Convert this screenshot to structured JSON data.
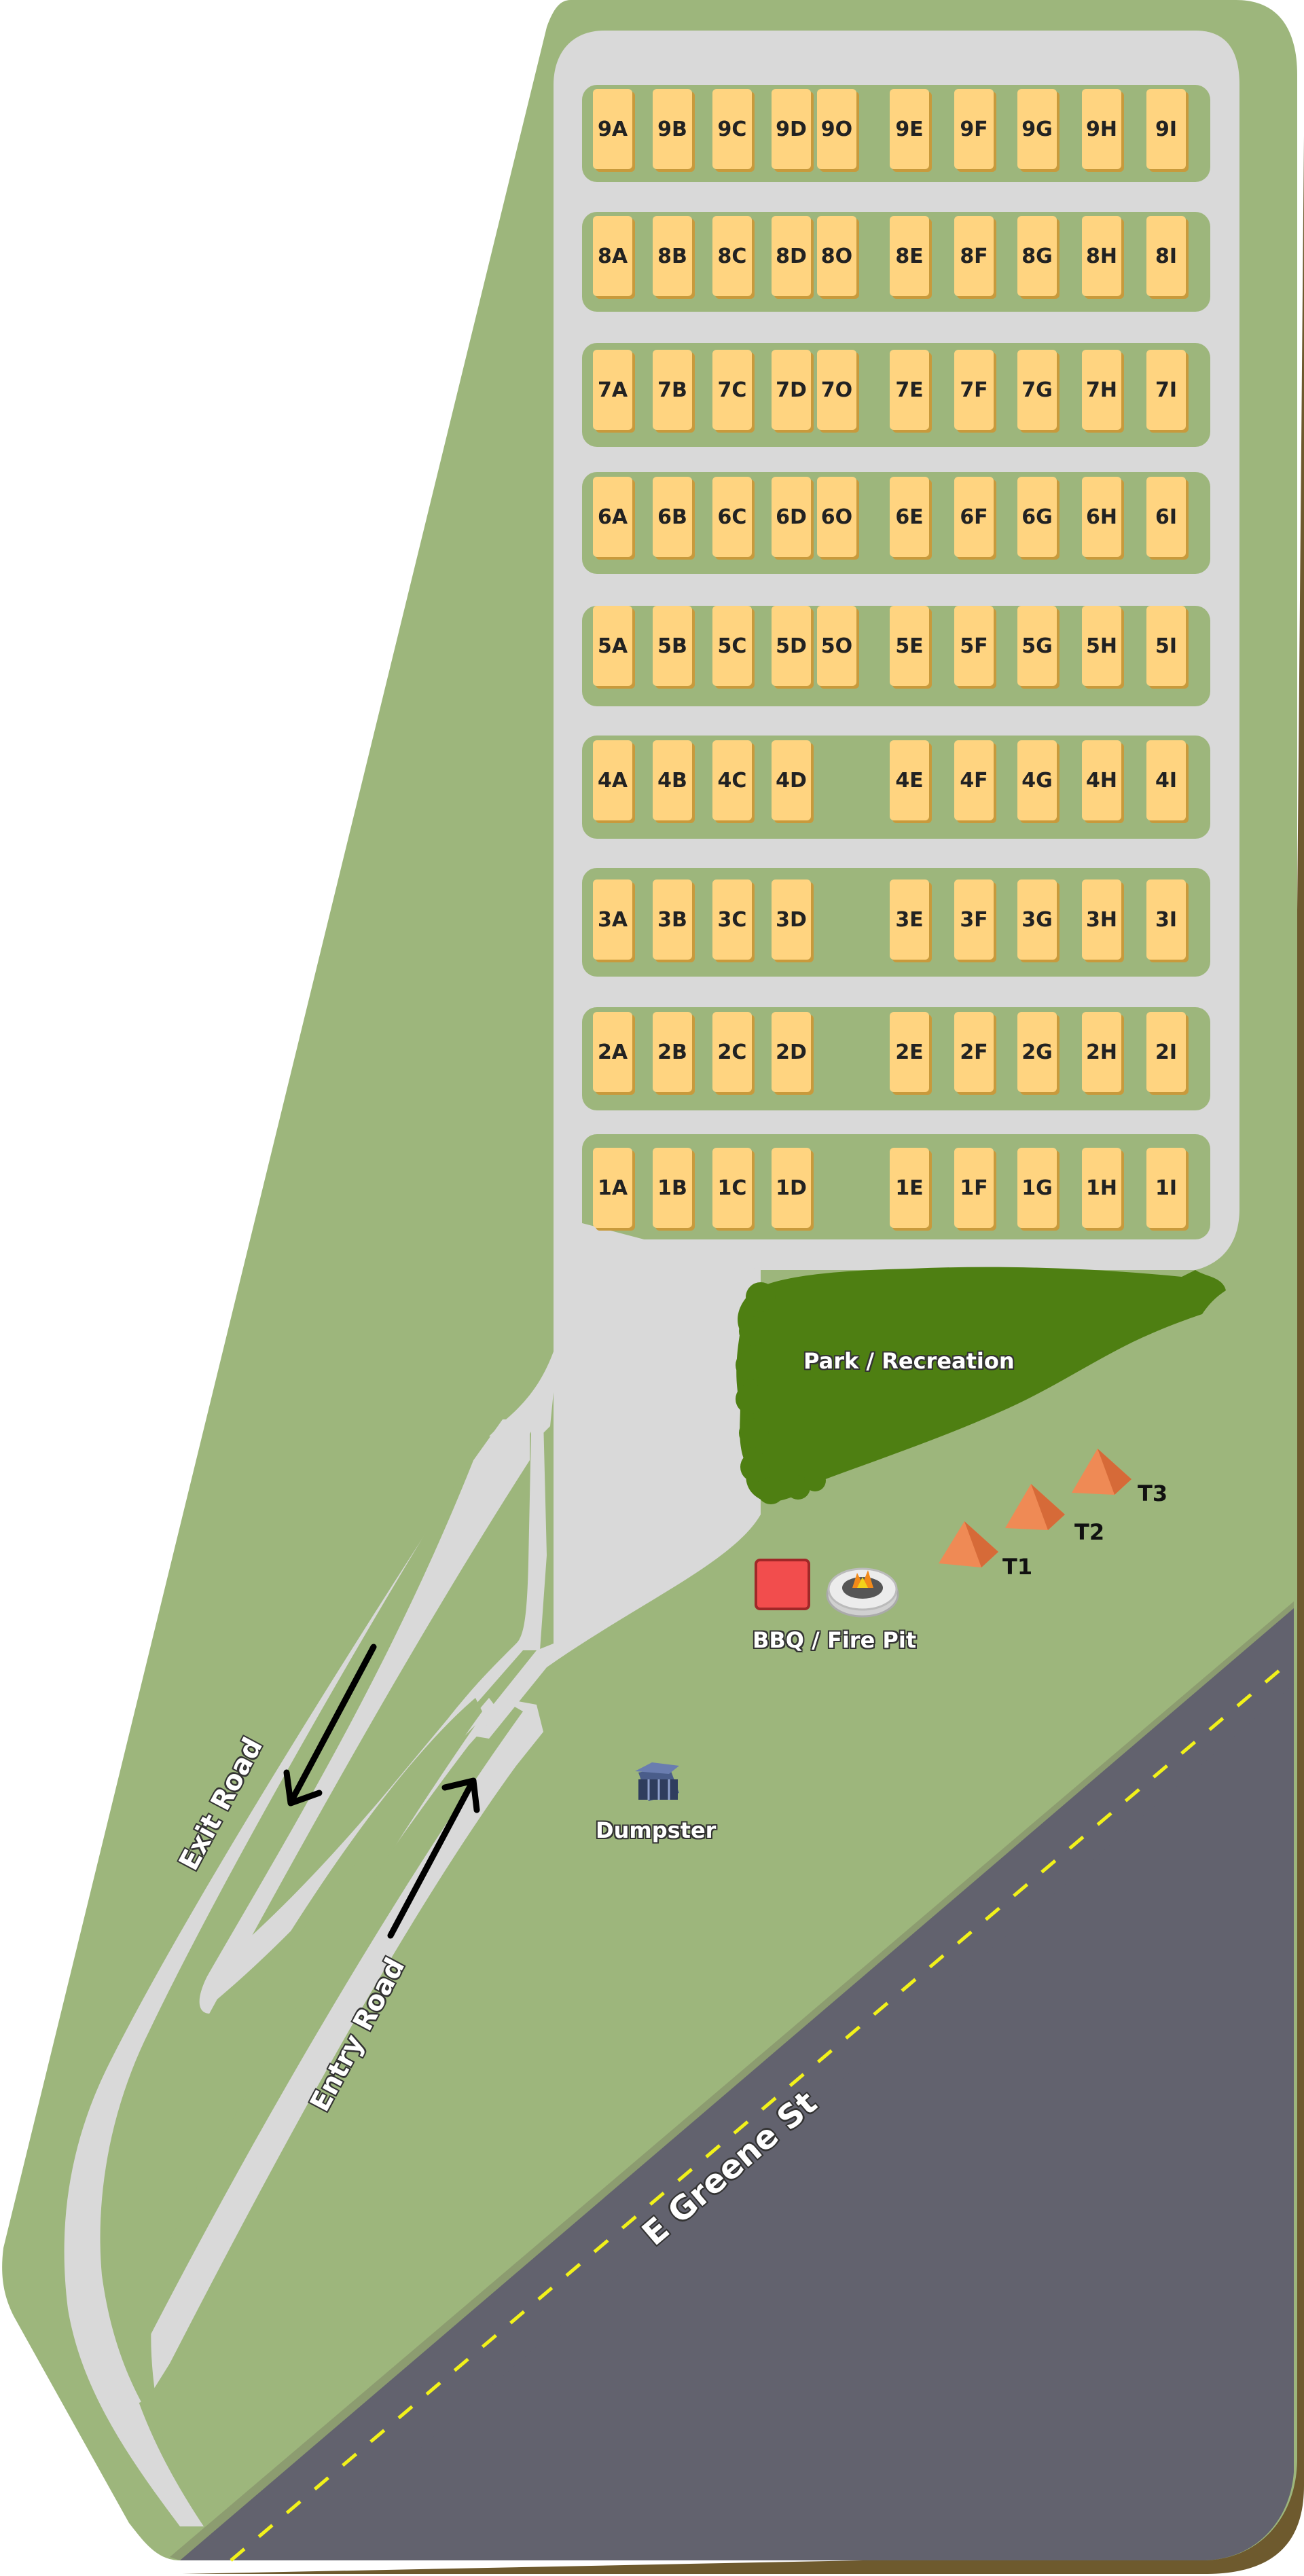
{
  "map": {
    "colors": {
      "grass": "#9db67c",
      "road": "#d9d9d9",
      "site": "#ffd480",
      "street": "#62626e",
      "street_line": "#f2f21a",
      "trees": "#4e7f12",
      "tent": "#ef8a55",
      "bbq": "#f24d4d"
    },
    "rows": [
      {
        "row": "9",
        "sites": [
          "9A",
          "9B",
          "9C",
          "9D",
          "9O",
          "9E",
          "9F",
          "9G",
          "9H",
          "9I"
        ]
      },
      {
        "row": "8",
        "sites": [
          "8A",
          "8B",
          "8C",
          "8D",
          "8O",
          "8E",
          "8F",
          "8G",
          "8H",
          "8I"
        ]
      },
      {
        "row": "7",
        "sites": [
          "7A",
          "7B",
          "7C",
          "7D",
          "7O",
          "7E",
          "7F",
          "7G",
          "7H",
          "7I"
        ]
      },
      {
        "row": "6",
        "sites": [
          "6A",
          "6B",
          "6C",
          "6D",
          "6O",
          "6E",
          "6F",
          "6G",
          "6H",
          "6I"
        ]
      },
      {
        "row": "5",
        "sites": [
          "5A",
          "5B",
          "5C",
          "5D",
          "5O",
          "5E",
          "5F",
          "5G",
          "5H",
          "5I"
        ]
      },
      {
        "row": "4",
        "sites": [
          "4A",
          "4B",
          "4C",
          "4D",
          "4E",
          "4F",
          "4G",
          "4H",
          "4I"
        ]
      },
      {
        "row": "3",
        "sites": [
          "3A",
          "3B",
          "3C",
          "3D",
          "3E",
          "3F",
          "3G",
          "3H",
          "3I"
        ]
      },
      {
        "row": "2",
        "sites": [
          "2A",
          "2B",
          "2C",
          "2D",
          "2E",
          "2F",
          "2G",
          "2H",
          "2I"
        ]
      },
      {
        "row": "1",
        "sites": [
          "1A",
          "1B",
          "1C",
          "1D",
          "1E",
          "1F",
          "1G",
          "1H",
          "1I"
        ]
      }
    ],
    "labels": {
      "park": "Park / Recreation",
      "bbq": "BBQ / Fire Pit",
      "dumpster": "Dumpster",
      "exit_road": "Exit Road",
      "entry_road": "Entry Road",
      "street": "E Greene St"
    },
    "tents": [
      "T1",
      "T2",
      "T3"
    ],
    "icons": {
      "dumpster": "dumpster-icon",
      "bbq": "bbq-grill-icon",
      "fire_pit": "fire-pit-icon",
      "tent": "tent-icon",
      "exit_arrow": "arrow-down-left-icon",
      "entry_arrow": "arrow-up-right-icon"
    }
  }
}
